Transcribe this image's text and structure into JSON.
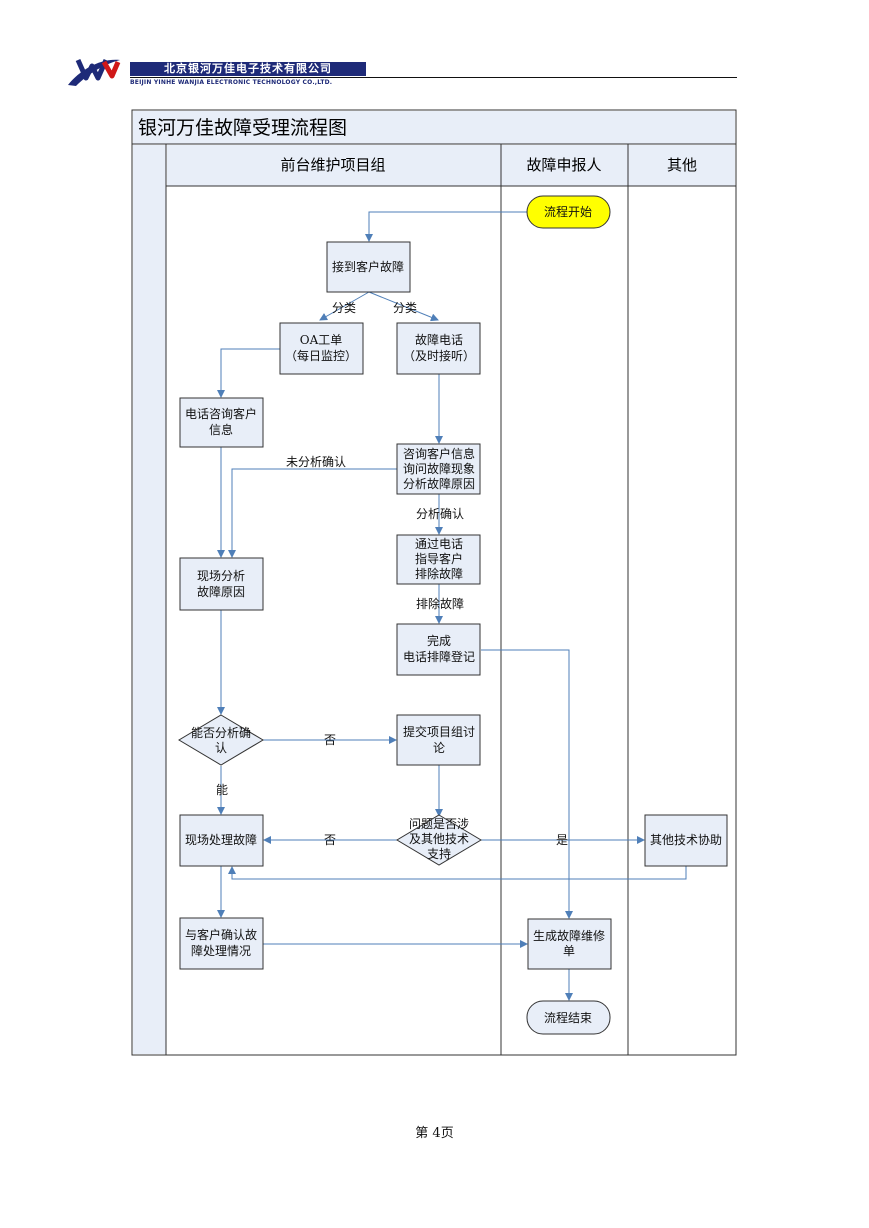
{
  "header": {
    "company_cn": "北京银河万佳电子技术有限公司",
    "company_en": "BEIJIN YINHE WANJIA ELECTRONIC TECHNOLOGY CO.,LTD."
  },
  "diagram": {
    "title": "银河万佳故障受理流程图",
    "lanes": [
      "前台维护项目组",
      "故障申报人",
      "其他"
    ],
    "nodes": {
      "start": "流程开始",
      "receive": "接到客户故障",
      "oa_line1": "OA工单",
      "oa_line2": "（每日监控）",
      "phone_line1": "故障电话",
      "phone_line2": "（及时接听）",
      "consult_line1": "电话咨询客户",
      "consult_line2": "信息",
      "inquire_line1": "咨询客户信息",
      "inquire_line2": "询问故障现象",
      "inquire_line3": "分析故障原因",
      "guide_line1": "通过电话",
      "guide_line2": "指导客户",
      "guide_line3": "排除故障",
      "onsite_analyze_line1": "现场分析",
      "onsite_analyze_line2": "故障原因",
      "complete_line1": "完成",
      "complete_line2": "电话排障登记",
      "can_confirm_line1": "能否分析确",
      "can_confirm_line2": "认",
      "submit_line1": "提交项目组讨",
      "submit_line2": "论",
      "involve_line1": "问题是否涉",
      "involve_line2": "及其他技术",
      "involve_line3": "支持",
      "onsite_handle": "现场处理故障",
      "other_support": "其他技术协助",
      "confirm_line1": "与客户确认故",
      "confirm_line2": "障处理情况",
      "generate_line1": "生成故障维修",
      "generate_line2": "单",
      "end": "流程结束"
    },
    "edge_labels": {
      "classify_left": "分类",
      "classify_right": "分类",
      "not_confirmed": "未分析确认",
      "confirmed": "分析确认",
      "troubleshoot": "排除故障",
      "no_submit": "否",
      "yes_can": "能",
      "no_onsite": "否",
      "yes_other": "是"
    },
    "colors": {
      "box_fill": "#e8eef8",
      "box_stroke": "#333333",
      "start_fill": "#ffff00",
      "arrow": "#4f7fb8",
      "lane_header_fill": "#e8eef8"
    }
  },
  "footer": {
    "page": "第 4页"
  }
}
